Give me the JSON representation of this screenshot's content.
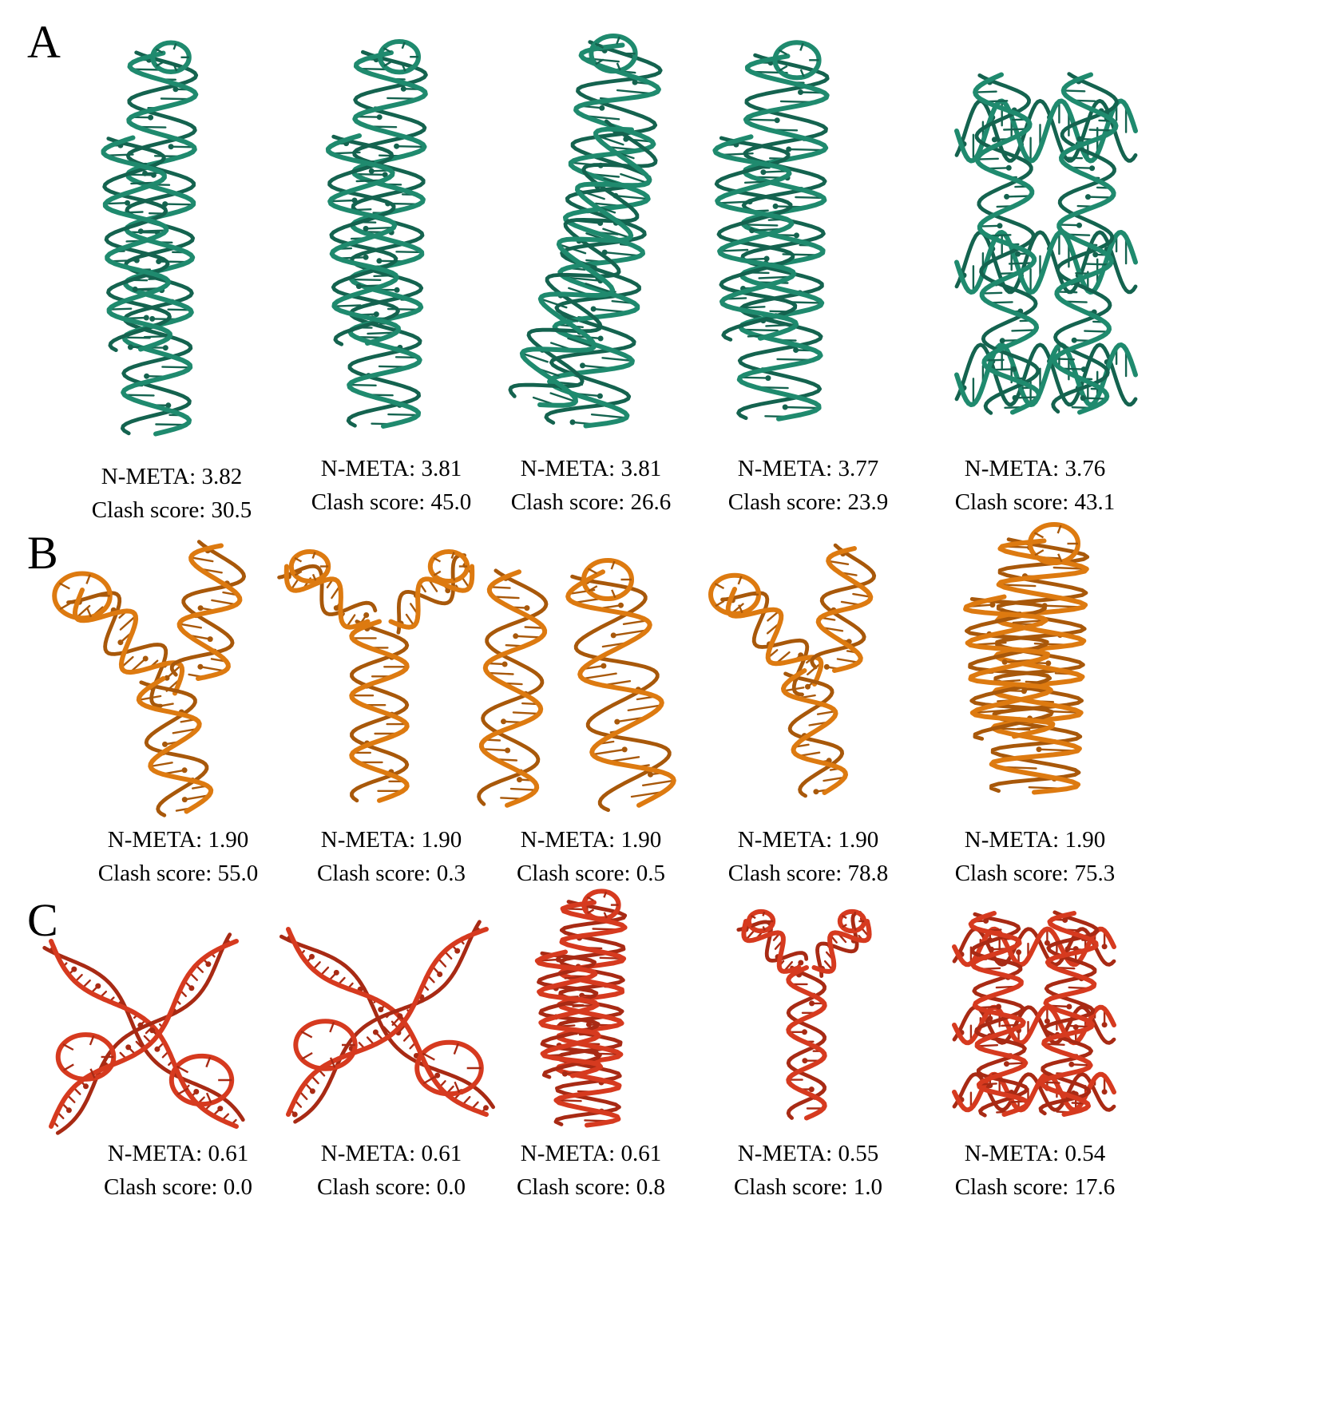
{
  "panels": [
    {
      "letter": "A",
      "color": "#1f8a6e",
      "dark": "#14634f",
      "items": [
        {
          "nmeta": "N-META: 3.82",
          "clash": "Clash score: 30.5"
        },
        {
          "nmeta": "N-META: 3.81",
          "clash": "Clash score: 45.0"
        },
        {
          "nmeta": "N-META: 3.81",
          "clash": "Clash score: 26.6"
        },
        {
          "nmeta": "N-META: 3.77",
          "clash": "Clash score: 23.9"
        },
        {
          "nmeta": "N-META: 3.76",
          "clash": "Clash score: 43.1"
        }
      ]
    },
    {
      "letter": "B",
      "color": "#dd7a10",
      "dark": "#a8580a",
      "items": [
        {
          "nmeta": "N-META: 1.90",
          "clash": "Clash score: 55.0"
        },
        {
          "nmeta": "N-META: 1.90",
          "clash": "Clash score: 0.3"
        },
        {
          "nmeta": "N-META: 1.90",
          "clash": "Clash score: 0.5"
        },
        {
          "nmeta": "N-META: 1.90",
          "clash": "Clash score: 78.8"
        },
        {
          "nmeta": "N-META: 1.90",
          "clash": "Clash score: 75.3"
        }
      ]
    },
    {
      "letter": "C",
      "color": "#d63a1f",
      "dark": "#a82a14",
      "items": [
        {
          "nmeta": "N-META: 0.61",
          "clash": "Clash score: 0.0"
        },
        {
          "nmeta": "N-META: 0.61",
          "clash": "Clash score: 0.0"
        },
        {
          "nmeta": "N-META: 0.61",
          "clash": "Clash score: 0.8"
        },
        {
          "nmeta": "N-META: 0.55",
          "clash": "Clash score: 1.0"
        },
        {
          "nmeta": "N-META: 0.54",
          "clash": "Clash score: 17.6"
        }
      ]
    }
  ]
}
